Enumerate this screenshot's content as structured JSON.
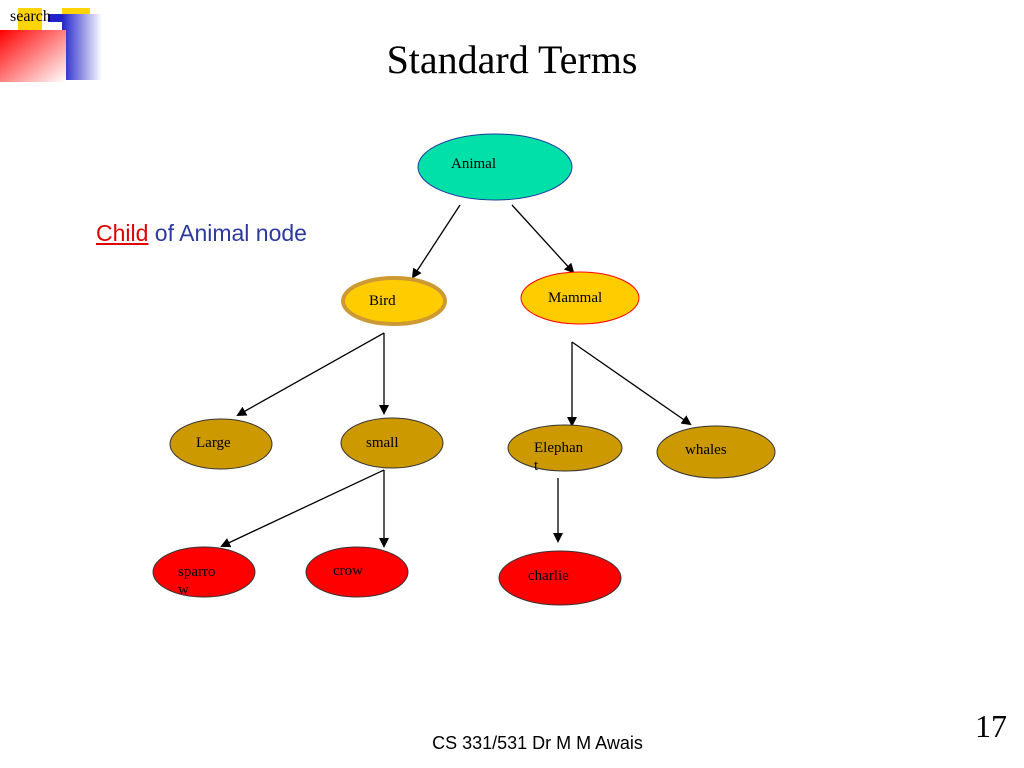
{
  "header": {
    "corner_label": "search",
    "title": "Standard Terms"
  },
  "caption": {
    "highlight": "Child",
    "rest": " of Animal node"
  },
  "diagram": {
    "nodes": {
      "animal": "Animal",
      "bird": "Bird",
      "mammal": "Mammal",
      "large": "Large",
      "small": "small",
      "elephant_line1": "Elephan",
      "elephant_line2": "t",
      "whales": "whales",
      "sparrow_line1": "sparro",
      "sparrow_line2": "w",
      "crow": "crow",
      "charlie": "charlie"
    },
    "colors": {
      "root": "#00e0a8",
      "child": "#ffcc00",
      "level2": "#cc9900",
      "leaf": "#ff0000",
      "highlight_border": "#cc9933",
      "mammal_border": "#ff0000"
    }
  },
  "footer": {
    "credit": "CS 331/531 Dr M M Awais",
    "page_number": "17"
  }
}
